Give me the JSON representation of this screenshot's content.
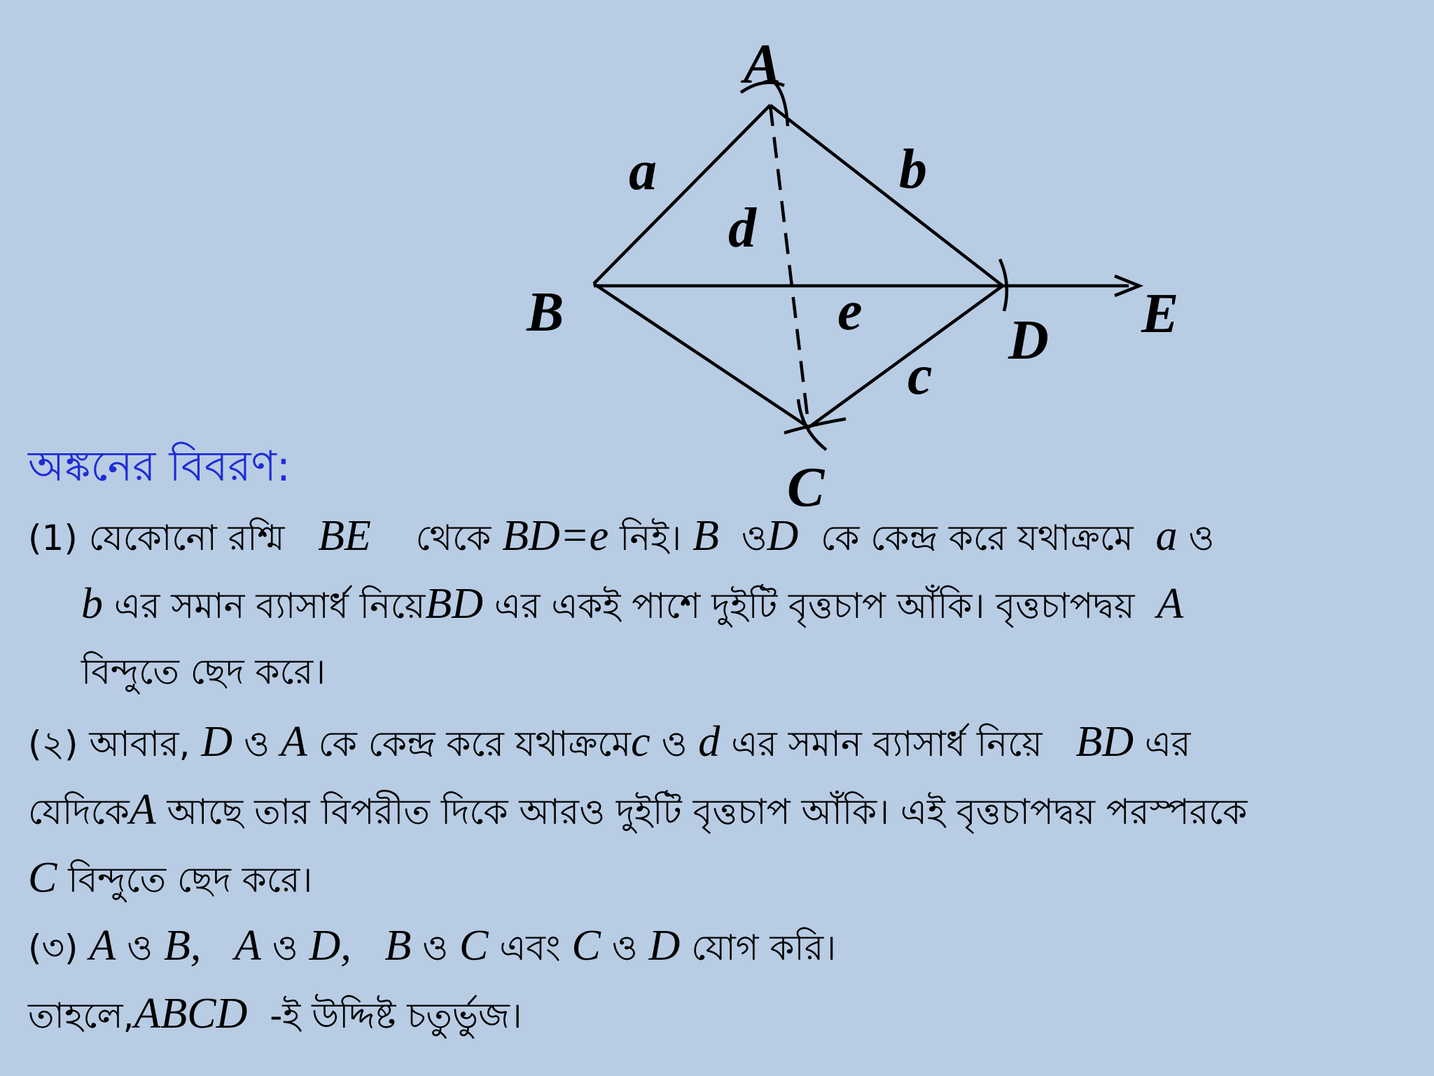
{
  "diagram": {
    "points": {
      "A": "A",
      "B": "B",
      "C": "C",
      "D": "D",
      "E": "E"
    },
    "sides": {
      "a": "a",
      "b": "b",
      "c": "c",
      "d": "d",
      "e": "e"
    }
  },
  "heading": "অঙ্কনের বিবরণ:",
  "steps": {
    "s1": {
      "l1": {
        "t1": "(1) যেকোনো রশ্মি",
        "m1": "BE",
        "t2": "থেকে",
        "m2": "BD=e",
        "t3": "নিই।",
        "m3": "B",
        "t4": "ও",
        "m4": "D",
        "t5": "কে কেন্দ্র করে যথাক্রমে",
        "m5": "a",
        "t6": "ও"
      },
      "l2": {
        "m1": "b",
        "t1": "এর সমান ব্যাসার্ধ নিয়ে",
        "m2": "BD",
        "t2": "এর একই পাশে দুইটি বৃত্তচাপ আঁকি। বৃত্তচাপদ্বয়",
        "m3": "A"
      },
      "l3": {
        "t1": "বিন্দুতে ছেদ করে।"
      }
    },
    "s2": {
      "l1": {
        "t1": "(২) আবার,",
        "m1": "D",
        "t2": "ও",
        "m2": "A",
        "t3": "কে কেন্দ্র করে যথাক্রমে",
        "m3": "c",
        "t4": "ও",
        "m4": "d",
        "t5": "এর সমান ব্যাসার্ধ নিয়ে",
        "m5": "BD",
        "t6": "এর"
      },
      "l2": {
        "t1": "যেদিকে",
        "m1": "A",
        "t2": "আছে তার বিপরীত দিকে আরও দুইটি বৃত্তচাপ আঁকি। এই বৃত্তচাপদ্বয় পরস্পরকে"
      },
      "l3": {
        "m1": "C",
        "t1": "বিন্দুতে ছেদ করে।"
      }
    },
    "s3": {
      "t1": "(৩)",
      "m1": "A",
      "t2": "ও",
      "m2": "B,",
      "m3": "A",
      "t3": "ও",
      "m4": "D,",
      "m5": "B",
      "t4": "ও",
      "m6": "C",
      "t5": "এবং",
      "m7": "C",
      "t6": "ও",
      "m8": "D",
      "t7": "যোগ করি।"
    }
  },
  "conclusion": {
    "t1": "তাহলে,",
    "m1": "ABCD",
    "t2": "-ই উদ্দিষ্ট চতুর্ভুজ।"
  }
}
